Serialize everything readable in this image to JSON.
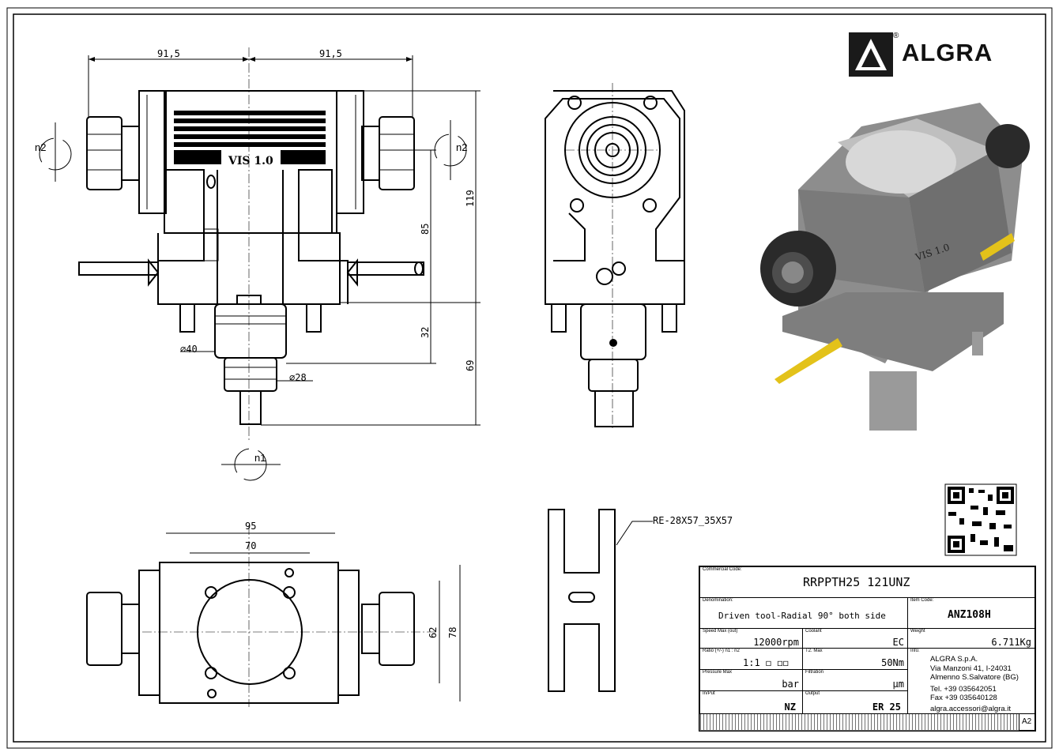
{
  "brand": {
    "name": "ALGRA",
    "registered": "®"
  },
  "dimensions": {
    "top_left_width": "91,5",
    "top_right_width": "91,5",
    "height_119": "119",
    "height_85": "85",
    "height_32": "32",
    "height_69": "69",
    "dia_40": "∅40",
    "dia_28": "∅28",
    "bottom_width_95": "95",
    "bottom_width_70": "70",
    "bottom_height_62": "62",
    "bottom_height_78": "78",
    "rot_n2_left": "n2",
    "rot_n2_right": "n2",
    "rot_n1": "n1",
    "housing_marking": "VIS 1.0",
    "tool_spec": "RE-28X57_35X57"
  },
  "title_block": {
    "commercial_code_label": "Commercial Code:",
    "commercial_code": "RRPPTH25 121UNZ",
    "denomination_label": "Denomination:",
    "denomination": "Driven tool-Radial 90° both side",
    "item_code_label": "Item Code:",
    "item_code": "ANZ108H",
    "speed_label": "Speed Max (out)",
    "speed": "12000rpm",
    "coolant_label": "Coolant",
    "coolant": "EC",
    "weight_label": "Weight",
    "weight": "6.711Kg",
    "ratio_label": "Ratio (+/-) n1 : n2",
    "ratio": "1:1 ◻ ◻◻",
    "torque_label": "T2. Max",
    "torque": "50Nm",
    "info_label": "Info:",
    "pressure_label": "Pressure Max",
    "pressure": "bar",
    "filtration_label": "Filtration",
    "filtration": "μm",
    "inpu_label": "In/Put",
    "inpu": "NZ",
    "output_label": "Output",
    "output": "ER 25",
    "company_lines": [
      "ALGRA S.p.A.",
      "Via Manzoni 41, I-24031",
      "Almenno S.Salvatore (BG)",
      "Tel. +39 035642051",
      "Fax +39 035640128",
      "algra.accessori@algra.it"
    ],
    "sheet_size": "A2"
  }
}
